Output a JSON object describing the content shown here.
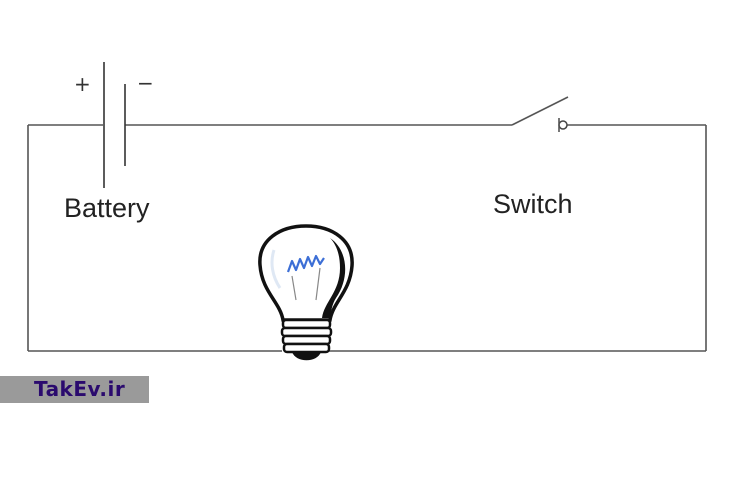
{
  "labels": {
    "battery": "Battery",
    "switch": "Switch",
    "plus": "+",
    "minus": "−"
  },
  "watermark": {
    "text": "TakEv.ir"
  },
  "colors": {
    "wire": "#555555",
    "bulb_filament": "#3d6fd6",
    "watermark_bg": "#9a9a9a",
    "watermark_text": "#2a0a6e"
  }
}
